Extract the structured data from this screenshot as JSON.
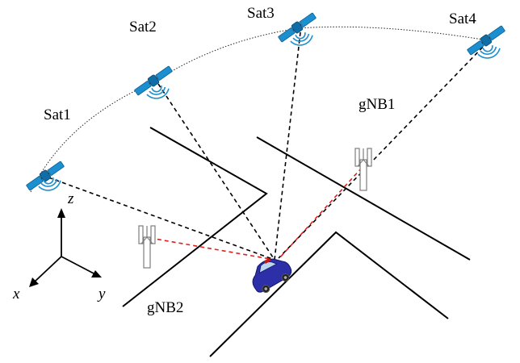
{
  "satellites": [
    {
      "id": "sat1",
      "label": "Sat1"
    },
    {
      "id": "sat2",
      "label": "Sat2"
    },
    {
      "id": "sat3",
      "label": "Sat3"
    },
    {
      "id": "sat4",
      "label": "Sat4"
    }
  ],
  "base_stations": [
    {
      "id": "gnb1",
      "label": "gNB1"
    },
    {
      "id": "gnb2",
      "label": "gNB2"
    }
  ],
  "axes": {
    "x": "x",
    "y": "y",
    "z": "z"
  },
  "colors": {
    "satellite_link": "#000000",
    "terrestrial_link": "#e0201b",
    "satellite_body": "#1c8fd0",
    "satellite_panel": "#1a86c8",
    "tower": "#8a8a8a",
    "car": "#2c2fa8"
  }
}
